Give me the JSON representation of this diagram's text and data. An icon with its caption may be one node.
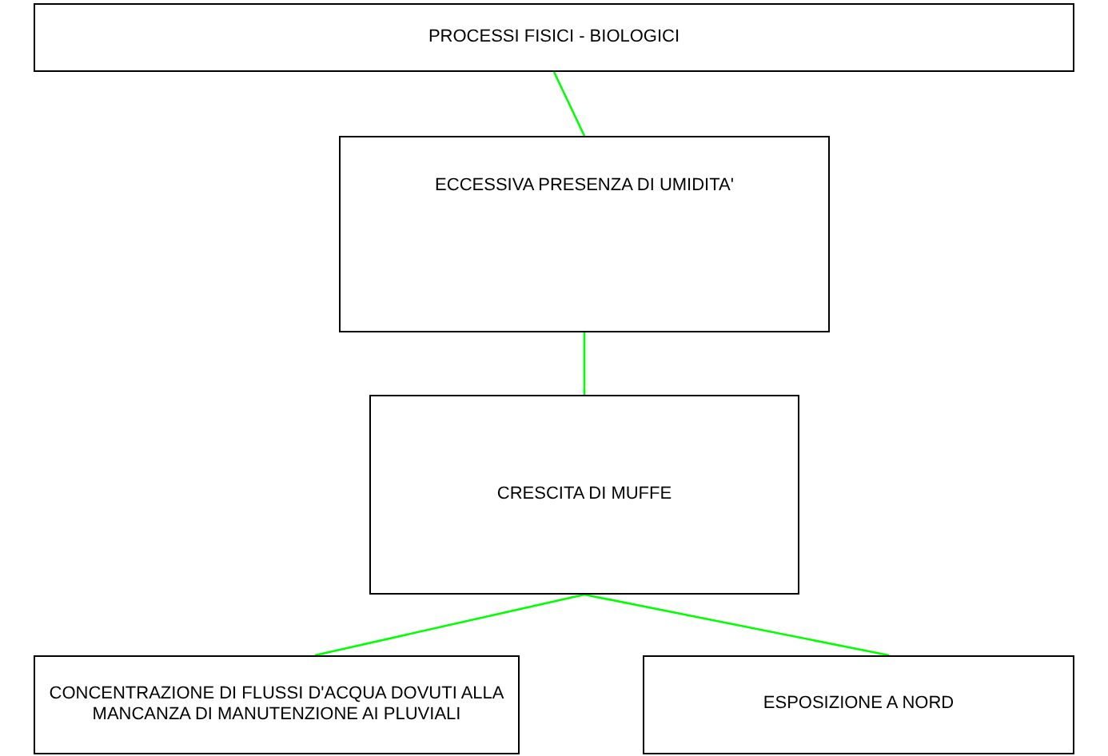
{
  "diagram": {
    "nodes": [
      {
        "text": [
          "PROCESSI FISICI - BIOLOGICI"
        ]
      },
      {
        "text": [
          "ECCESSIVA PRESENZA DI UMIDITA'"
        ]
      },
      {
        "text": [
          "CRESCITA DI MUFFE"
        ]
      },
      {
        "text": [
          "CONCENTRAZIONE DI FLUSSI D'ACQUA DOVUTI ALLA MANCANZA DI MANUTENZIONE AI PLUVIALI"
        ]
      },
      {
        "text": [
          "ESPOSIZIONE A NORD"
        ]
      }
    ],
    "edges": [
      {
        "from": 0,
        "to": 1,
        "arrow": "none",
        "color": "#00ff00"
      },
      {
        "from": 1,
        "to": 2,
        "arrow": "none",
        "color": "#00ff00"
      },
      {
        "from": 2,
        "to": 3,
        "arrow": "none",
        "color": "#00ff00"
      },
      {
        "from": 2,
        "to": 4,
        "arrow": "none",
        "color": "#00ff00"
      }
    ]
  }
}
